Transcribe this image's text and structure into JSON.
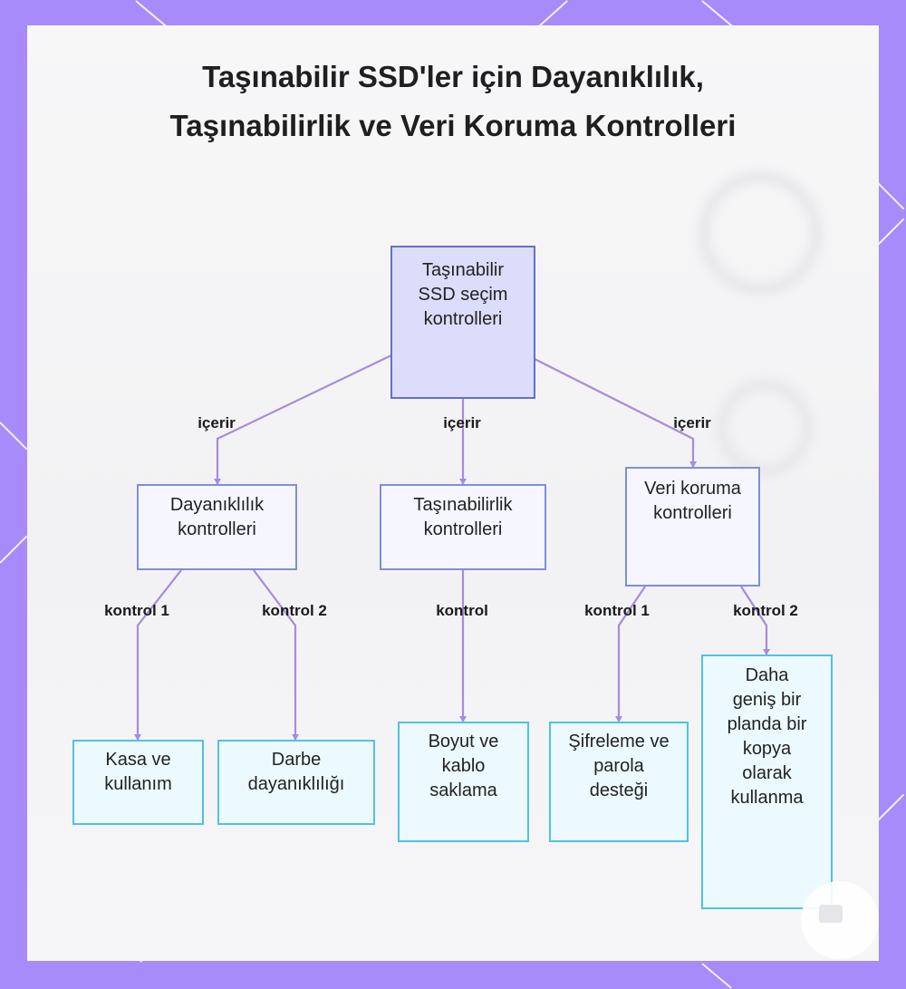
{
  "title": "Taşınabilir SSD'ler için Dayanıklılık, Taşınabilirlik ve Veri Koruma Kontrolleri",
  "nodes": {
    "root": "Taşınabilir SSD seçim kontrolleri",
    "durability": "Dayanıklılık kontrolleri",
    "portability": "Taşınabilirlik kontrolleri",
    "data_protection": "Veri koruma kontrolleri",
    "case_usage": "Kasa ve kullanım",
    "shock_resistance": "Darbe dayanıklılığı",
    "size_cable": "Boyut ve kablo saklama",
    "encryption": "Şifreleme ve parola desteği",
    "backup_copy": "Daha geniş bir planda bir kopya olarak kullanma"
  },
  "edges": {
    "root_durability": "içerir",
    "root_portability": "içerir",
    "root_data_protection": "içerir",
    "durability_case": "kontrol 1",
    "durability_shock": "kontrol 2",
    "portability_size": "kontrol",
    "data_encryption": "kontrol 1",
    "data_backup": "kontrol 2"
  },
  "colors": {
    "background": "#a78bfa",
    "root_fill": "#dcdcfb",
    "root_border": "#6271c9",
    "mid_fill": "#f5f6ff",
    "mid_border": "#7f8fd6",
    "leaf_fill": "#ecfaff",
    "leaf_border": "#4fc3df",
    "edge": "#a78bdd"
  }
}
